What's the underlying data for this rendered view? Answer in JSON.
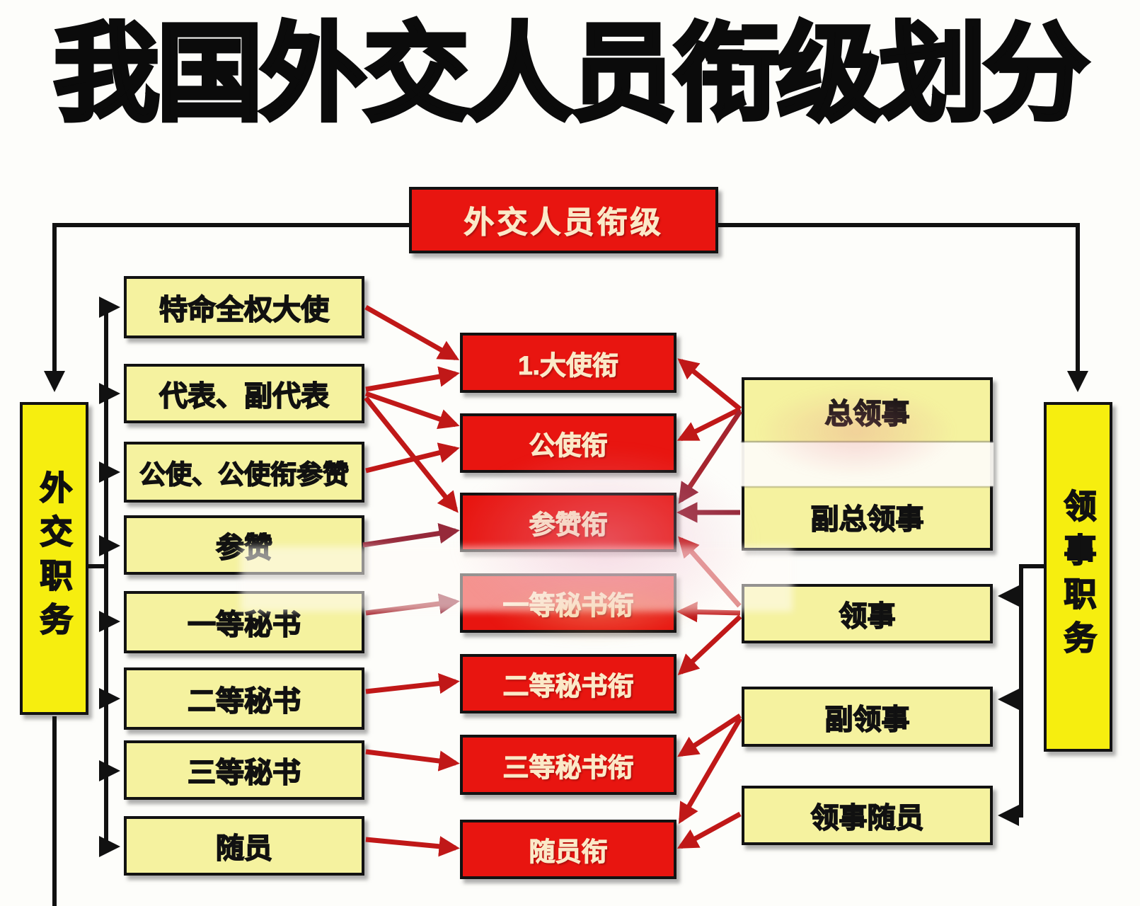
{
  "title": "我国外交人员衔级划分",
  "header_box": {
    "label": "外交人员衔级"
  },
  "left_group": {
    "label": "外交职务"
  },
  "right_group": {
    "label": "领事职务"
  },
  "diplomatic_positions": [
    "特命全权大使",
    "代表、副代表",
    "公使、公使衔参赞",
    "参赞",
    "一等秘书",
    "二等秘书",
    "三等秘书",
    "随员"
  ],
  "rank_boxes": [
    "1.大使衔",
    "公使衔",
    "参赞衔",
    "一等秘书衔",
    "二等秘书衔",
    "三等秘书衔",
    "随员衔"
  ],
  "consular_positions": [
    "总领事",
    "副总领事",
    "领事",
    "副领事",
    "领事随员"
  ],
  "links": [
    {
      "from": "特命全权大使",
      "to": "1.大使衔"
    },
    {
      "from": "代表、副代表",
      "to": "1.大使衔"
    },
    {
      "from": "代表、副代表",
      "to": "公使衔"
    },
    {
      "from": "代表、副代表",
      "to": "参赞衔"
    },
    {
      "from": "公使、公使衔参赞",
      "to": "公使衔"
    },
    {
      "from": "参赞",
      "to": "参赞衔"
    },
    {
      "from": "一等秘书",
      "to": "一等秘书衔"
    },
    {
      "from": "二等秘书",
      "to": "二等秘书衔"
    },
    {
      "from": "三等秘书",
      "to": "三等秘书衔"
    },
    {
      "from": "随员",
      "to": "随员衔"
    },
    {
      "from": "总领事",
      "to": "1.大使衔"
    },
    {
      "from": "总领事",
      "to": "公使衔"
    },
    {
      "from": "总领事",
      "to": "参赞衔"
    },
    {
      "from": "副总领事",
      "to": "参赞衔"
    },
    {
      "from": "领事",
      "to": "参赞衔"
    },
    {
      "from": "领事",
      "to": "一等秘书衔"
    },
    {
      "from": "领事",
      "to": "二等秘书衔"
    },
    {
      "from": "副领事",
      "to": "三等秘书衔"
    },
    {
      "from": "副领事",
      "to": "随员衔"
    },
    {
      "from": "领事随员",
      "to": "随员衔"
    }
  ],
  "colors": {
    "rank_box_red": "#e81510",
    "group_box_yellow": "#f6ee0f",
    "position_box_yellow": "#f5f29f",
    "arrow_red": "#c01818",
    "line_black": "#111111",
    "rank_text_cream": "#fbe9c8"
  }
}
